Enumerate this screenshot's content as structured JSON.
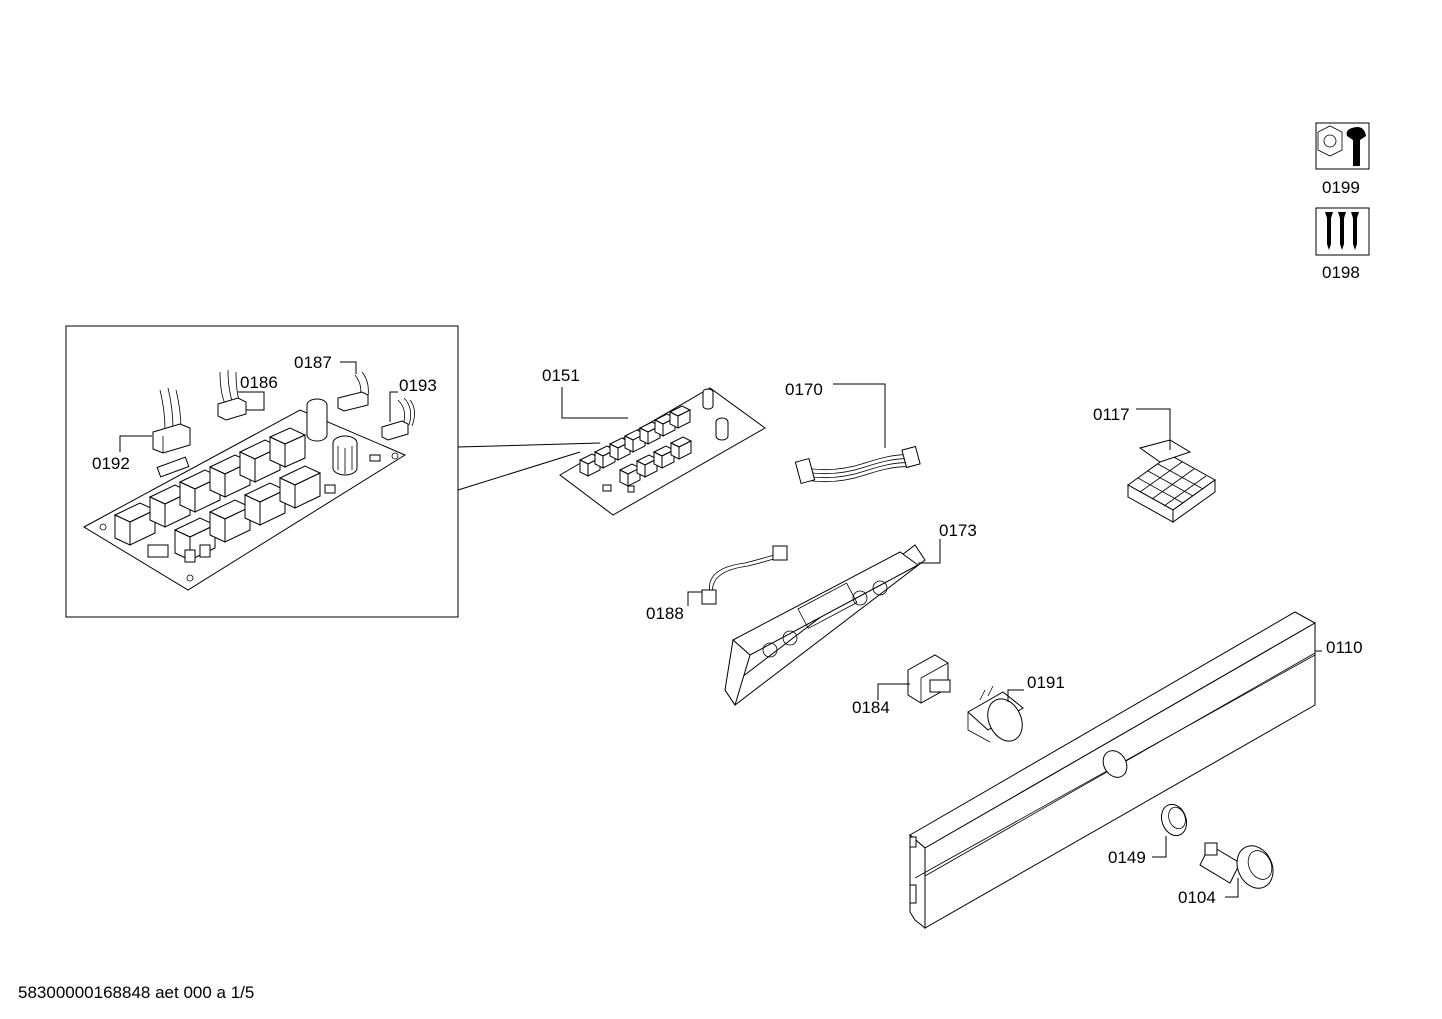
{
  "labels": {
    "p0199": "0199",
    "p0198": "0198",
    "p0151": "0151",
    "p0170": "0170",
    "p0117": "0117",
    "p0187": "0187",
    "p0186": "0186",
    "p0193": "0193",
    "p0192": "0192",
    "p0173": "0173",
    "p0188": "0188",
    "p0110": "0110",
    "p0184": "0184",
    "p0191": "0191",
    "p0149": "0149",
    "p0104": "0104"
  },
  "icons": {
    "tools": "wrench-nut-icon",
    "screws": "screws-icon"
  },
  "footer": {
    "doc_id": "58300000168848 aet 000 a 1/5"
  }
}
